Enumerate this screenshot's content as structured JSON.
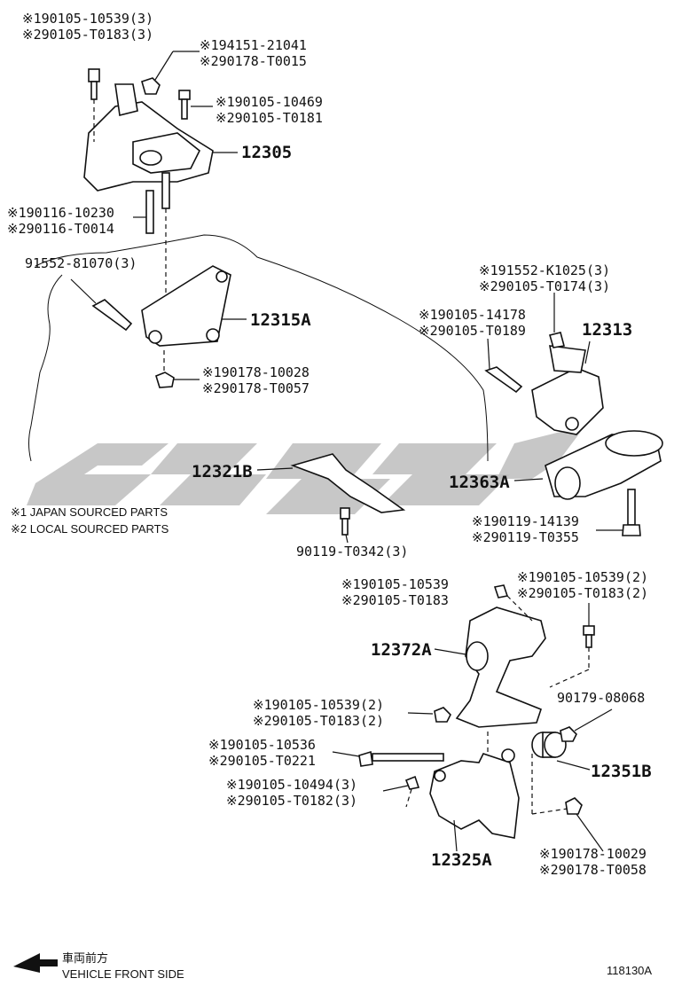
{
  "labels": {
    "b1_1": "※190105-10539(3)",
    "b1_2": "※290105-T0183(3)",
    "n1_1": "※194151-21041",
    "n1_2": "※290178-T0015",
    "b2_1": "※190105-10469",
    "b2_2": "※290105-T0181",
    "p12305": "12305",
    "s1_1": "※190116-10230",
    "s1_2": "※290116-T0014",
    "b3": "91552-81070(3)",
    "p12315A": "12315A",
    "n2_1": "※190178-10028",
    "n2_2": "※290178-T0057",
    "b4_1": "※191552-K1025(3)",
    "b4_2": "※290105-T0174(3)",
    "b5_1": "※190105-14178",
    "b5_2": "※290105-T0189",
    "p12313": "12313",
    "p12321B": "12321B",
    "p12363A": "12363A",
    "note1": "※1 JAPAN SOURCED PARTS",
    "note2": "※2 LOCAL SOURCED PARTS",
    "b6_1": "※190119-14139",
    "b6_2": "※290119-T0355",
    "b7": "90119-T0342(3)",
    "b8_1": "※190105-10539",
    "b8_2": "※290105-T0183",
    "b9_1": "※190105-10539(2)",
    "b9_2": "※290105-T0183(2)",
    "p12372A": "12372A",
    "b10": "90179-08068",
    "b11_1": "※190105-10539(2)",
    "b11_2": "※290105-T0183(2)",
    "b12_1": "※190105-10536",
    "b12_2": "※290105-T0221",
    "p12351B": "12351B",
    "b13_1": "※190105-10494(3)",
    "b13_2": "※290105-T0182(3)",
    "n3_1": "※190178-10029",
    "n3_2": "※290178-T0058",
    "p12325A": "12325A",
    "front_jp": "車両前方",
    "front_en": "VEHICLE FRONT SIDE",
    "figure_code": "118130A"
  },
  "colors": {
    "line": "#111111",
    "watermark": "#bdbdbd"
  }
}
